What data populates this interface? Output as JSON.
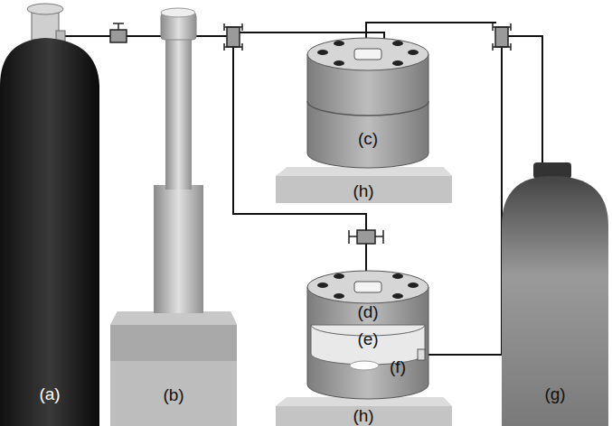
{
  "diagram": {
    "labels": [
      "(a)",
      "(b)",
      "(c)",
      "(h)",
      "(d)",
      "(e)",
      "(f)",
      "(h)",
      "(g)"
    ]
  }
}
